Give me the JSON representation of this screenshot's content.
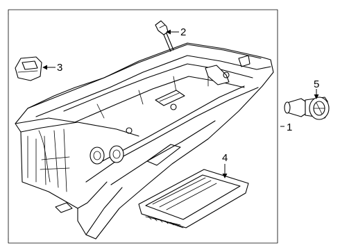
{
  "callouts": {
    "c1": "1",
    "c2": "2",
    "c3": "3",
    "c4": "4",
    "c5": "5"
  },
  "icons": {
    "arrow": "arrowhead-icon"
  }
}
